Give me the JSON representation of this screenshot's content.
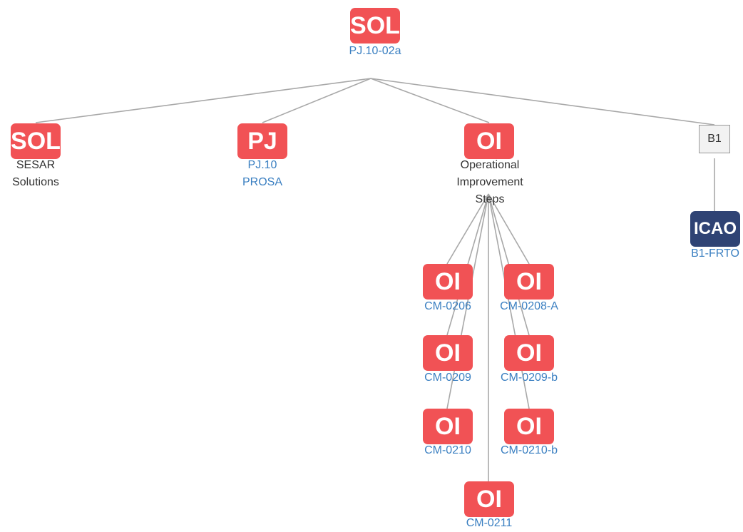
{
  "colors": {
    "oi_red": "#f15255",
    "icao_navy": "#2f4374",
    "link_blue": "#3a7fc1",
    "edge_gray": "#a8a8a8"
  },
  "nodes": {
    "root": {
      "badge": "SOL",
      "lines": [
        "PJ.10-02a"
      ]
    },
    "sol": {
      "badge": "SOL",
      "lines": [
        "SESAR",
        "Solutions"
      ]
    },
    "pj": {
      "badge": "PJ",
      "lines": [
        "PJ.10",
        "PROSA"
      ]
    },
    "oi_steps": {
      "badge": "OI",
      "lines": [
        "Operational",
        "Improvement",
        "Steps"
      ]
    },
    "b1": {
      "box": "B1"
    },
    "icao": {
      "badge": "ICAO",
      "lines": [
        "B1-FRTO"
      ]
    },
    "cm0206": {
      "badge": "OI",
      "lines": [
        "CM-0206"
      ]
    },
    "cm0208a": {
      "badge": "OI",
      "lines": [
        "CM-0208-A"
      ]
    },
    "cm0209": {
      "badge": "OI",
      "lines": [
        "CM-0209"
      ]
    },
    "cm0209b": {
      "badge": "OI",
      "lines": [
        "CM-0209-b"
      ]
    },
    "cm0210": {
      "badge": "OI",
      "lines": [
        "CM-0210"
      ]
    },
    "cm0210b": {
      "badge": "OI",
      "lines": [
        "CM-0210-b"
      ]
    },
    "cm0211": {
      "badge": "OI",
      "lines": [
        "CM-0211"
      ]
    }
  }
}
